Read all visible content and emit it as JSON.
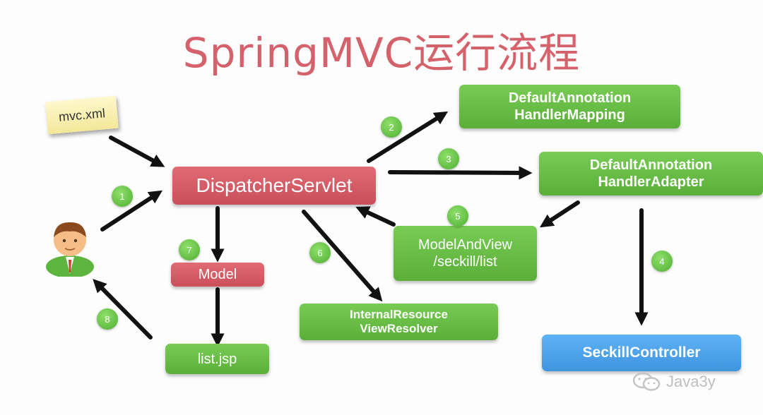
{
  "title": "SpringMVC运行流程",
  "config_file": "mvc.xml",
  "nodes": {
    "dispatcher": "DispatcherServlet",
    "handler_mapping": [
      "DefaultAnnotation",
      "HandlerMapping"
    ],
    "handler_adapter": [
      "DefaultAnnotation",
      "HandlerAdapter"
    ],
    "model_and_view": [
      "ModelAndView",
      "/seckill/list"
    ],
    "controller": "SeckillController",
    "model": "Model",
    "view_resolver": [
      "InternalResource",
      "ViewResolver"
    ],
    "view": "list.jsp"
  },
  "steps": [
    "1",
    "2",
    "3",
    "4",
    "5",
    "6",
    "7",
    "8"
  ],
  "watermark": "Java3y",
  "colors": {
    "title": "#d5616b",
    "green": "#5aaf39",
    "red": "#c94f5b",
    "blue": "#3f94e0"
  },
  "icons": {
    "user": "user-icon",
    "watermark": "wechat-icon"
  }
}
